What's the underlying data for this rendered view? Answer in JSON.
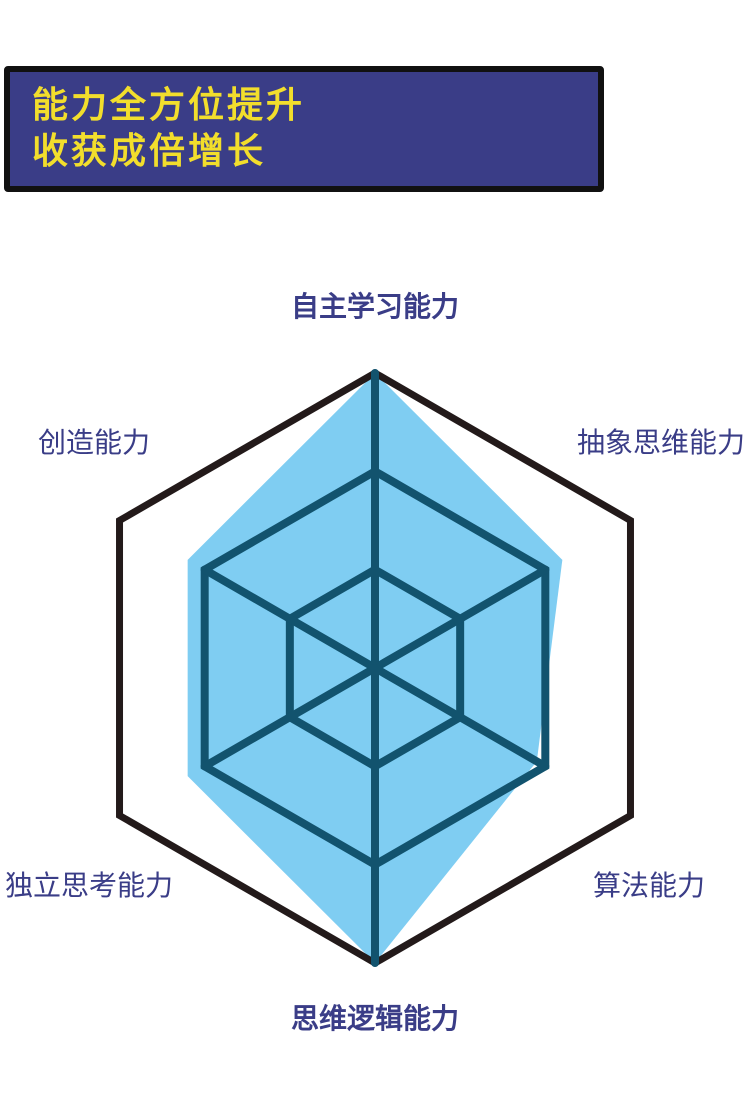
{
  "banner": {
    "line1": "能力全方位提升",
    "line2": "收获成倍增长"
  },
  "chart_data": {
    "type": "radar",
    "axes": [
      "自主学习能力",
      "抽象思维能力",
      "算法能力",
      "思维逻辑能力",
      "独立思考能力",
      "创造能力"
    ],
    "levels": 3,
    "max": 3,
    "series": [
      {
        "values": [
          3.0,
          2.2,
          1.9,
          3.0,
          2.2,
          2.2
        ]
      }
    ],
    "colors": {
      "fill": "#7fcdf2",
      "grid_inner": "#12536e",
      "grid_outer": "#231a1a",
      "label": "#3a3d87",
      "banner_bg": "#3a3d87",
      "banner_text": "#f2de2c"
    }
  }
}
